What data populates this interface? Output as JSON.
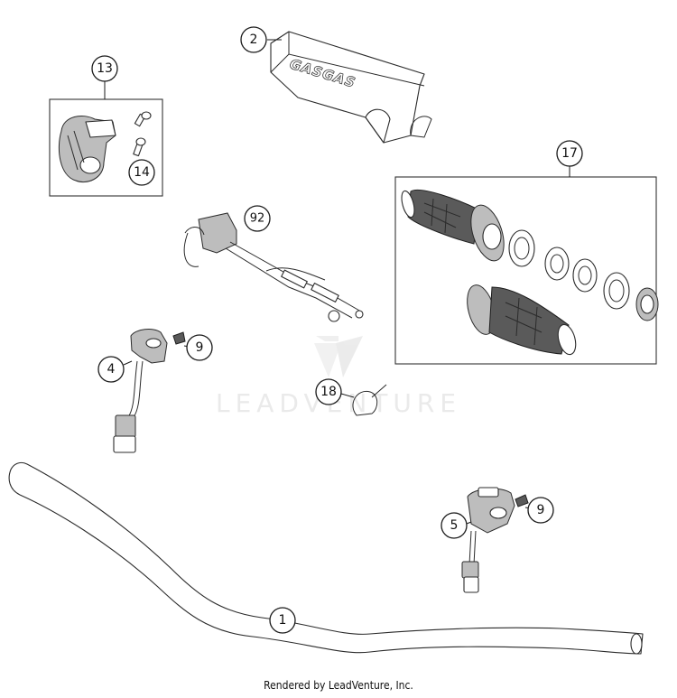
{
  "callouts": {
    "c1": "1",
    "c2": "2",
    "c4": "4",
    "c5": "5",
    "c9a": "9",
    "c9b": "9",
    "c13": "13",
    "c14": "14",
    "c17": "17",
    "c18": "18",
    "c92": "92"
  },
  "handlebar_pad_brand": "GASGAS",
  "watermark_text": "LEADVENTURE",
  "footer": "Rendered by LeadVenture, Inc."
}
